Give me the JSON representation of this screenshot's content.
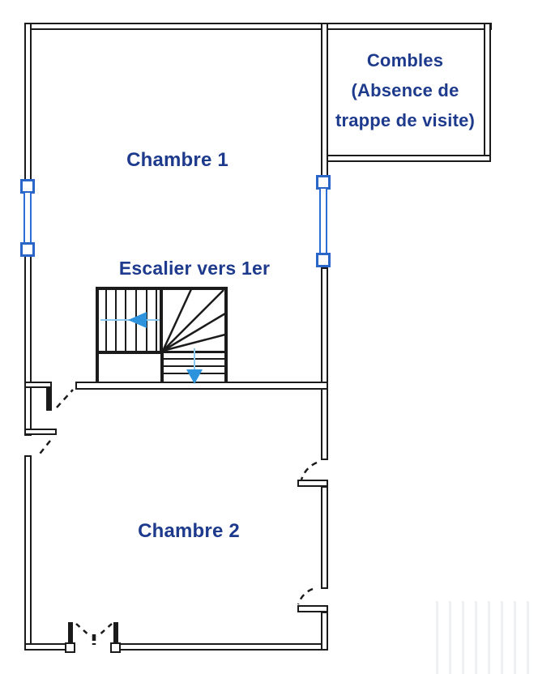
{
  "floorplan": {
    "rooms": [
      {
        "name": "chambre-1",
        "label": "Chambre 1"
      },
      {
        "name": "chambre-2",
        "label": "Chambre 2"
      },
      {
        "name": "combles",
        "label_lines": [
          "Combles",
          "(Absence de",
          "trappe de visite)"
        ]
      }
    ],
    "stair_label": "Escalier vers 1er",
    "symbols": [
      "window-symbol-left-wall",
      "window-symbol-middle-wall",
      "stair-up-arrow-left",
      "stair-down-arrow",
      "door-swing-dashed-x4",
      "double-door-bottom"
    ],
    "colors": {
      "wall": "#1b1b1b",
      "room_label": "#1d3a8c",
      "window_blue": "#2a6fd8",
      "arrow_blue": "#2e93dd",
      "arrow_line_blue": "#8ec9ef"
    }
  }
}
